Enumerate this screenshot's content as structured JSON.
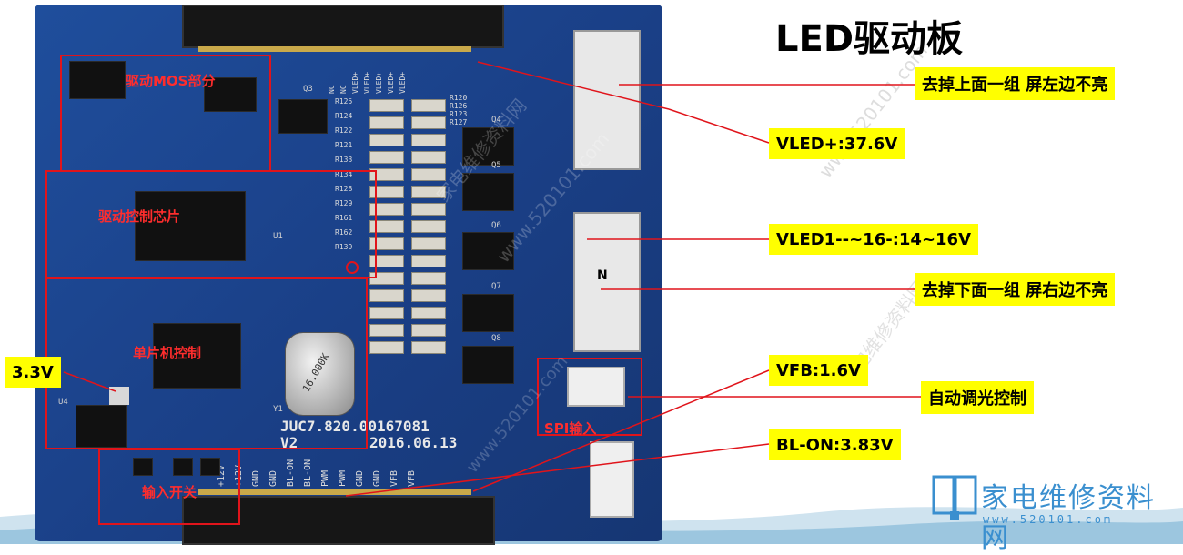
{
  "title": "LED驱动板",
  "callouts": {
    "top_group": "去掉上面一组 屏左边不亮",
    "vled_plus": "VLED+:37.6V",
    "vled_minus": "VLED1--~16-:14~16V",
    "bottom_group": "去掉下面一组 屏右边不亮",
    "vfb": "VFB:1.6V",
    "dimming": "自动调光控制",
    "bl_on": "BL-ON:3.83V",
    "v33": "3.3V"
  },
  "board_sections": {
    "mos": "驱动MOS部分",
    "driver_ic": "驱动控制芯片",
    "mcu": "单片机控制",
    "spi": "SPI输入",
    "input_switch": "输入开关"
  },
  "silkscreen": {
    "part_number": "JUC7.820.00167081",
    "version": "V2",
    "date": "2016.06.13",
    "crystal": "16.000K",
    "top_pins": [
      "NC",
      "NC",
      "VLED+",
      "VLED+",
      "VLED+",
      "VLED+",
      "VLED+"
    ],
    "bottom_pins": [
      "+12V",
      "+12V",
      "GND",
      "GND",
      "BL-ON",
      "BL-ON",
      "PWM",
      "PWM",
      "GND",
      "GND",
      "VFB",
      "VFB"
    ],
    "resistors_left": [
      "R125",
      "R124",
      "R122",
      "R121",
      "R133",
      "R134",
      "R128",
      "R129",
      "R161",
      "R162",
      "R139"
    ],
    "resistors_right": [
      "R120",
      "R126",
      "R123",
      "R127"
    ],
    "q_labels": [
      "Q3",
      "Q4",
      "Q5",
      "Q6",
      "Q7",
      "Q8",
      "U1",
      "U4",
      "Y1"
    ]
  },
  "watermark": {
    "site_cn": "家电维修资料网",
    "url": "www.520101.com"
  },
  "logo": {
    "text": "家电维修资料网",
    "url": "www.520101.com"
  },
  "colors": {
    "callout_bg": "#ffff00",
    "board_blue": "#1f4e9c",
    "annotation_red": "#e0141b",
    "logo_blue": "#3a8fcf"
  }
}
